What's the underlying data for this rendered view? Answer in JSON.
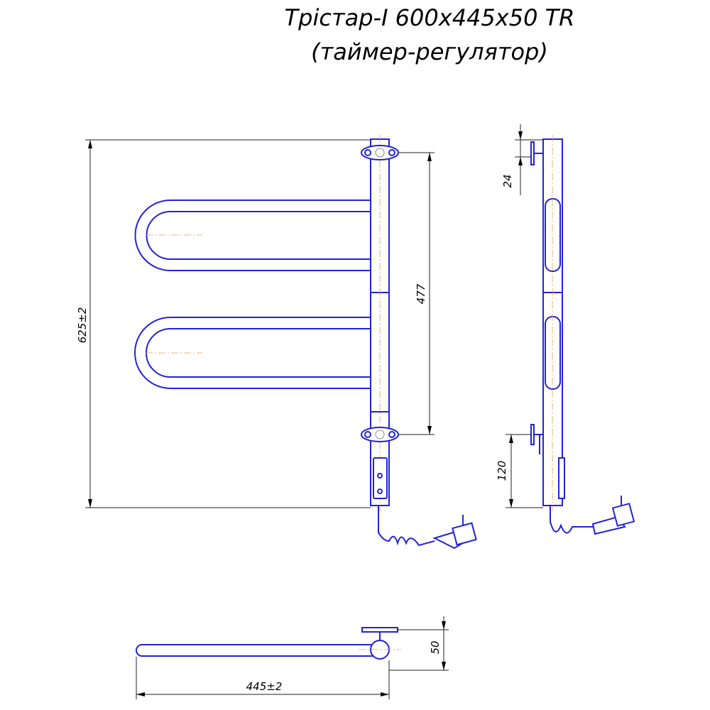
{
  "title": {
    "line1": "Тріcтар-І 600х445х50 TR",
    "line2": "(таймер-регулятор)"
  },
  "dimensions": {
    "height_total": "625±2",
    "mount_spacing": "477",
    "top_offset": "24",
    "bottom_offset": "120",
    "depth": "50",
    "width": "445±2"
  },
  "colors": {
    "outline": "#2323d6",
    "dimension": "#222222",
    "centerline": "#e8a050"
  }
}
